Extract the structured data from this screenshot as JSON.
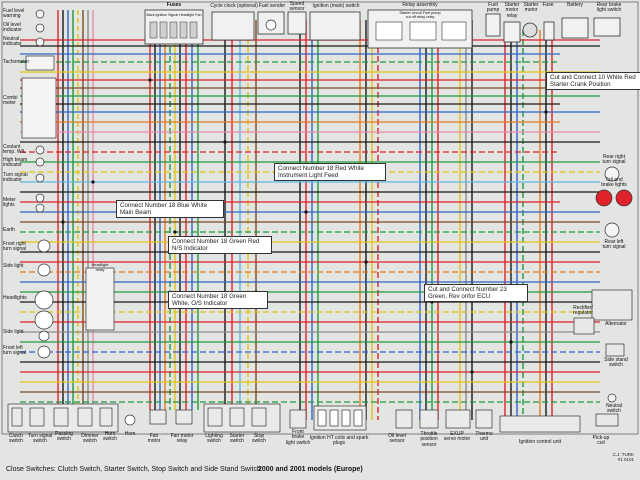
{
  "labels": {
    "fuel_level_warning": "Fuel level\nwarning",
    "oil_level_indicator": "Oil level\nindicator",
    "neutral_indicator": "Neutral\nindicator",
    "tachometer": "Tachometer",
    "combi_meter": "Combi\nmeter",
    "coolant_temp": "Coolant\ntemp. W/L",
    "high_beam": "High beam\nindicator",
    "turn_signal": "Turn signal\nindicator",
    "meter_lights": "Meter\nlights",
    "earth": "Earth",
    "front_right_turn": "Front right\nturn signal",
    "side_light_top": "Side light",
    "headlights": "Headlights",
    "side_light_bottom": "Side light",
    "front_left_turn": "Front left\nturn signal",
    "fuses": "Fuses",
    "fuses_sub": "Back  Ignition  Signal  Headlight  Fan",
    "cycle_clock": "Cycle clock (optional)",
    "fuel_sender": "Fuel sender",
    "speed_sensor": "Speed\nsensor",
    "ignition_switch": "Ignition (main) switch",
    "relay_assembly": "Relay assembly",
    "relay_sub": "Starter circuit   Fuel pump\ncut off relay      relay",
    "fuel_pump": "Fuel\npump",
    "starter_motor_relay": "Starter\nmotor\nrelay",
    "starter_motor": "Starter\nmotor",
    "fuse_main": "Fuse",
    "battery": "Battery",
    "rear_brake_switch": "Rear brake\nlight switch",
    "rear_right_turn": "Rear right\nturn signal",
    "tail_brake": "Tail and\nbrake lights",
    "rear_left_turn": "Rear left\nturn signal",
    "alternator": "Alternator",
    "rectifier": "Rectifier/\nregulator",
    "side_stand_switch": "Side stand\nswitch",
    "neutral_switch": "Neutral\nswitch",
    "pickup_coil": "Pick-up\ncoil",
    "clutch_switch": "Clutch\nswitch",
    "turn_signal_switch": "Turn signal\nswitch",
    "passing_switch": "Passing\nswitch",
    "dimmer_switch": "Dimmer\nswitch",
    "horn_switch": "Horn\nswitch",
    "horn": "Horn",
    "fan_motor": "Fan\nmotor",
    "fan_relay": "Fan motor\nrelay",
    "lighting_switch": "Lighting\nswitch",
    "starter_switch": "Starter\nswitch",
    "stop_switch": "Stop\nswitch",
    "front_brake_switch": "Front\nbrake\nlight switch",
    "ignition_coils": "Ignition HT coils and spark plugs",
    "oil_level_sensor": "Oil level\nsensor",
    "throttle_sensor": "Throttle\nposition\nsensor",
    "exup": "EXUP\nservo motor",
    "thermo_unit": "Thermo\nunit",
    "ignition_control": "Ignition control unit",
    "headlight_relay": "Headlight\nrelay"
  },
  "notes": {
    "n1": "Cut and Connect 10 White Red\nStarter Crank Position",
    "n2": "Connect Number 18 Red White\nInstrument Light Feed",
    "n3": "Connect Number 18 Blue White\nMain Beam",
    "n4": "Connect Number 18 Green Red\nN/S Indicator",
    "n5": "Connect Number 18 Green\nWhite, O/S Indicator",
    "n6": "Cut and Connect Number 23\nGreen, Rev orifor ECU"
  },
  "caption_left": "Close Switches: Clutch Switch, Starter Switch, Stop Switch and Side Stand Switch",
  "caption_center": "2000 and 2001 models (Europe)",
  "credit": "C.J. TURK\n#1 0101",
  "colors": {
    "red": "#e0222b",
    "black": "#1a1a1a",
    "blue": "#2f63c9",
    "green": "#1f9a3c",
    "yellow": "#e2c515",
    "brown": "#7a4a22",
    "orange": "#e47a1d",
    "white": "#f6f6f6",
    "grey": "#8c8c8c",
    "pink": "#e98bb0",
    "sky": "#5fb7e4",
    "darkgreen": "#2a6b2e"
  }
}
